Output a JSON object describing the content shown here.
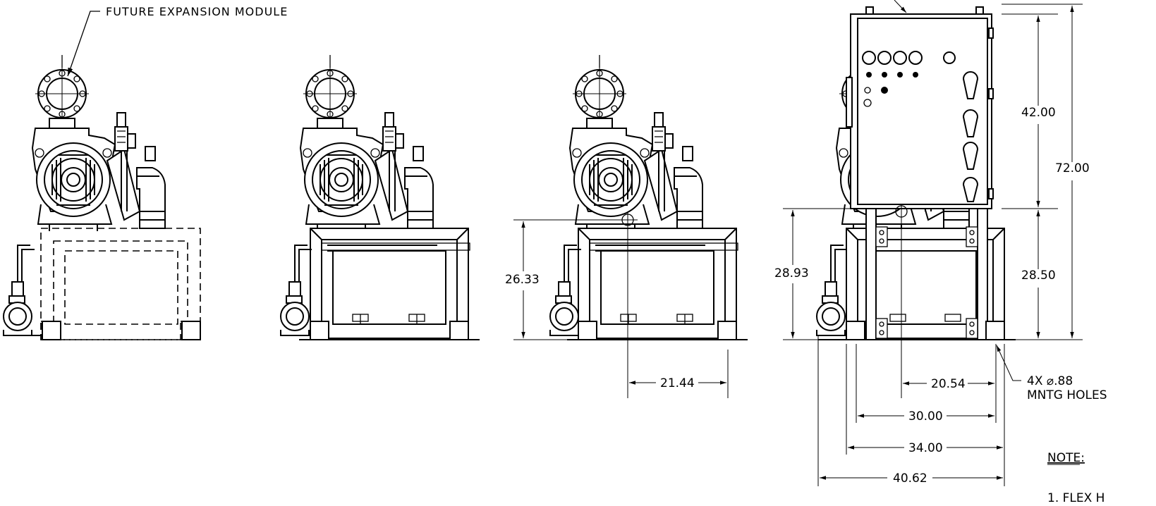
{
  "callouts": {
    "future_module": "FUTURE EXPANSION MODULE",
    "mount_holes_qty": "4X ⌀.88",
    "mount_holes_label": "MNTG HOLES"
  },
  "dimensions": {
    "height_view3": "26.33",
    "width_view3": "21.44",
    "base_height_view4": "28.93",
    "panel_height": "42.00",
    "overall_height": "72.00",
    "frame_height": "28.50",
    "offset_center": "20.54",
    "mount_inner": "30.00",
    "mount_outer": "34.00",
    "overall_width": "40.62"
  },
  "notes": {
    "heading": "NOTE:",
    "item_1": "1. FLEX H"
  }
}
